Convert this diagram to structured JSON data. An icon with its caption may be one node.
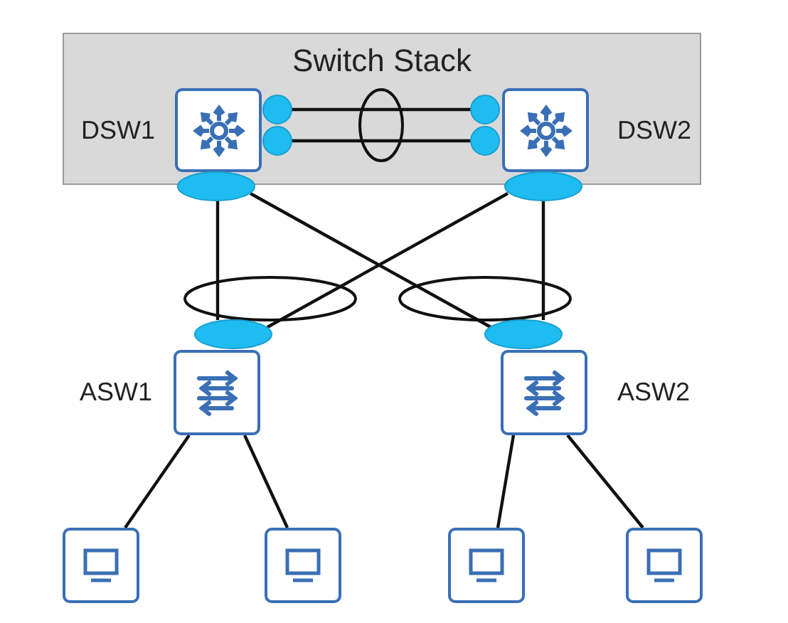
{
  "diagram": {
    "nodes": [
      {
        "text": [
          "Switch Stack"
        ]
      },
      {
        "text": [
          "DSW1"
        ],
        "in": 0
      },
      {
        "text": [
          "DSW2"
        ],
        "in": 0
      },
      {
        "text": [
          "ASW1"
        ]
      },
      {
        "text": [
          "ASW2"
        ]
      },
      {
        "text": [],
        "shape": "box"
      },
      {
        "text": [],
        "shape": "box"
      },
      {
        "text": [],
        "shape": "box"
      },
      {
        "text": [],
        "shape": "box"
      }
    ],
    "edges": [
      {
        "from": 1,
        "to": 2,
        "arrow": "none"
      },
      {
        "from": 1,
        "to": 2,
        "arrow": "none"
      },
      {
        "from": 1,
        "to": 3,
        "arrow": "none"
      },
      {
        "from": 1,
        "to": 4,
        "arrow": "none"
      },
      {
        "from": 2,
        "to": 3,
        "arrow": "none"
      },
      {
        "from": 2,
        "to": 4,
        "arrow": "none"
      },
      {
        "from": 3,
        "to": 5,
        "arrow": "none"
      },
      {
        "from": 3,
        "to": 6,
        "arrow": "none"
      },
      {
        "from": 4,
        "to": 7,
        "arrow": "none"
      },
      {
        "from": 4,
        "to": 8,
        "arrow": "none"
      }
    ]
  }
}
